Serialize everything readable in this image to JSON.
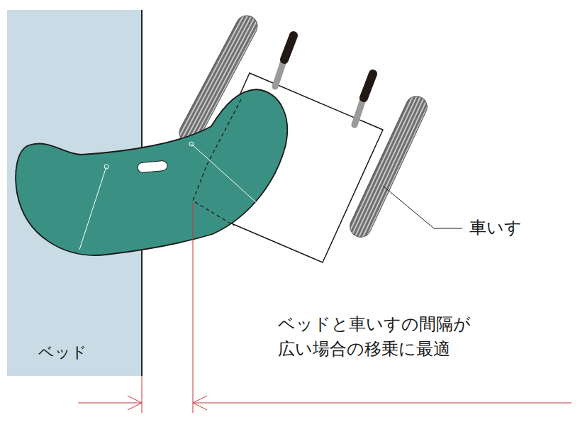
{
  "diagram": {
    "nodes": [
      {
        "text": [
          "ベッド"
        ]
      }
    ],
    "labels": [
      "車いす",
      "ベッドと車いすの間隔が 広い場合の移乗に最適"
    ]
  }
}
